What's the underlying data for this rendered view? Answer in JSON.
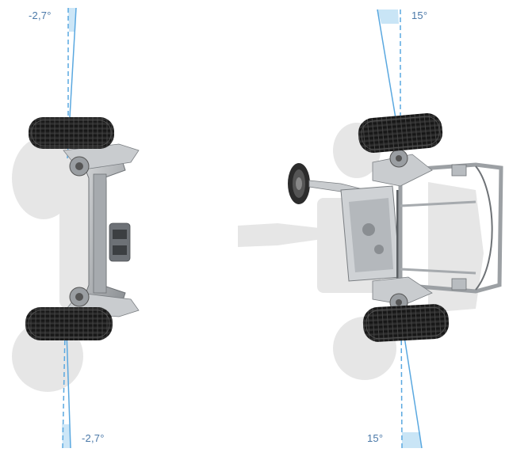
{
  "labels": {
    "left_axle_top": "-2,7°",
    "left_axle_bottom": "-2,7°",
    "right_axle_top": "15°",
    "right_axle_bottom": "15°"
  },
  "colors": {
    "angle_line": "#5aa8e0",
    "angle_fill": "#bfe0f5",
    "angle_text": "#4a78a8",
    "tire": "#1e1e1e",
    "metal": "#b8bcc0",
    "shadow": "#e3e3e3"
  },
  "icons": {
    "left_assembly": "rear-axle-assembly",
    "right_assembly": "front-axle-steering-assembly",
    "steering_wheel": "steering-wheel-icon"
  }
}
